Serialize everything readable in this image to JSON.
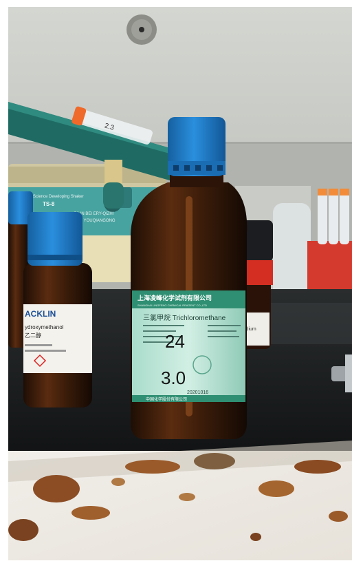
{
  "scene": {
    "shaker_brand": "Science Developing Shaker",
    "shaker_model": "TS-8",
    "shaker_maker_line1": "QILIN BEI ERY-QIZHI",
    "shaker_maker_line2": "CAO YOUQIANGONG",
    "tube_label": "2.3",
    "left_bottle_brand": "ACKLIN",
    "left_bottle_name": "ydroxymethanol",
    "left_bottle_sub": "乙二醇",
    "main_label_header": "上海凌峰化学试剂有限公司",
    "main_label_header_en": "SHANGHAI LINGFENG CHEMICAL REAGENT CO.,LTD",
    "main_label_product": "三氯甲烷 Trichloromethane",
    "main_label_handwriting_1": "24",
    "main_label_handwriting_2": "3.0",
    "main_label_date": "20201016",
    "main_label_footer": "中国化学股份有限公司",
    "right_bottle_label": "Sodium",
    "colors": {
      "wall": "#c9ccc6",
      "bench_top": "#181b1c",
      "cap_blue": "#1f7fcf",
      "amber": "#3a1c0c",
      "label_green": "#2f8f72",
      "rust": "#8c4d24"
    }
  }
}
